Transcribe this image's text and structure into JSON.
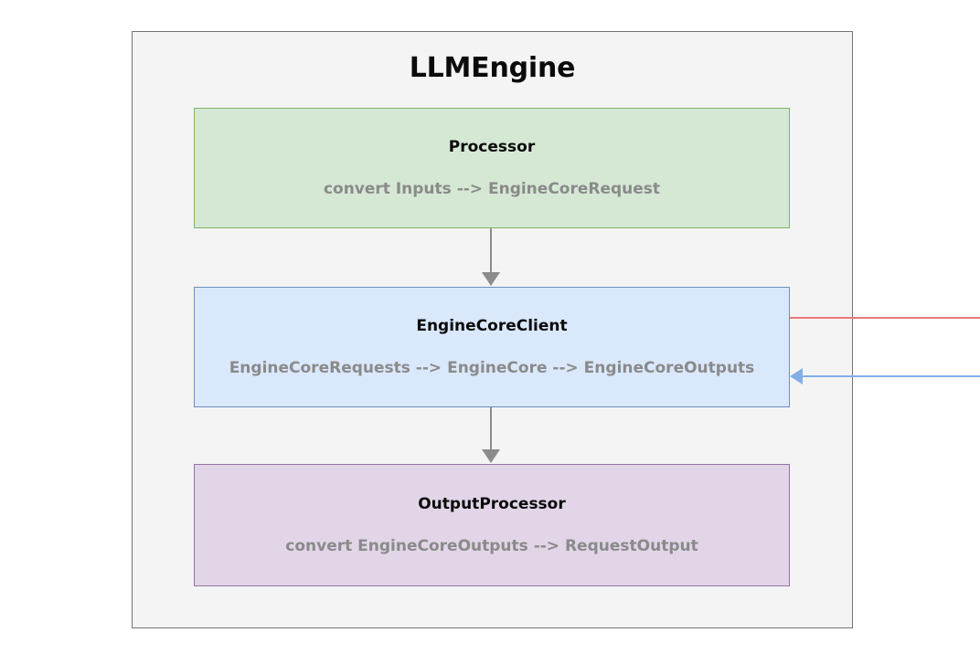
{
  "diagram": {
    "type": "flowchart",
    "container": {
      "title": "LLMEngine"
    },
    "nodes": [
      {
        "id": "processor",
        "title": "Processor",
        "subtitle": "convert Inputs --> EngineCoreRequest",
        "fill": "#d5e8d4",
        "border": "#82b366"
      },
      {
        "id": "enginecoreclient",
        "title": "EngineCoreClient",
        "subtitle": "EngineCoreRequests --> EngineCore --> EngineCoreOutputs",
        "fill": "#dae8fc",
        "border": "#6c8ebf"
      },
      {
        "id": "outputprocessor",
        "title": "OutputProcessor",
        "subtitle": "convert EngineCoreOutputs --> RequestOutput",
        "fill": "#e1d5e7",
        "border": "#9673a6"
      }
    ],
    "edges": [
      {
        "id": "processor-to-enginecoreclient",
        "from": "processor",
        "to": "enginecoreclient",
        "color": "#8c8c8c",
        "direction": "down",
        "arrow": true
      },
      {
        "id": "enginecoreclient-to-outputprocessor",
        "from": "enginecoreclient",
        "to": "outputprocessor",
        "color": "#8c8c8c",
        "direction": "down",
        "arrow": true
      },
      {
        "id": "enginecoreclient-outgoing",
        "from": "enginecoreclient",
        "to": "external-right",
        "color": "#e8787a",
        "direction": "right",
        "arrow": false
      },
      {
        "id": "enginecoreclient-incoming",
        "from": "external-right",
        "to": "enginecoreclient",
        "color": "#85aee8",
        "direction": "left",
        "arrow": true
      }
    ],
    "colors": {
      "container_fill": "#f4f4f4",
      "container_border": "#747474",
      "title_text": "#0b0b0b",
      "subtitle_text": "#8a8a8a",
      "page_background": "#ffffff"
    }
  }
}
